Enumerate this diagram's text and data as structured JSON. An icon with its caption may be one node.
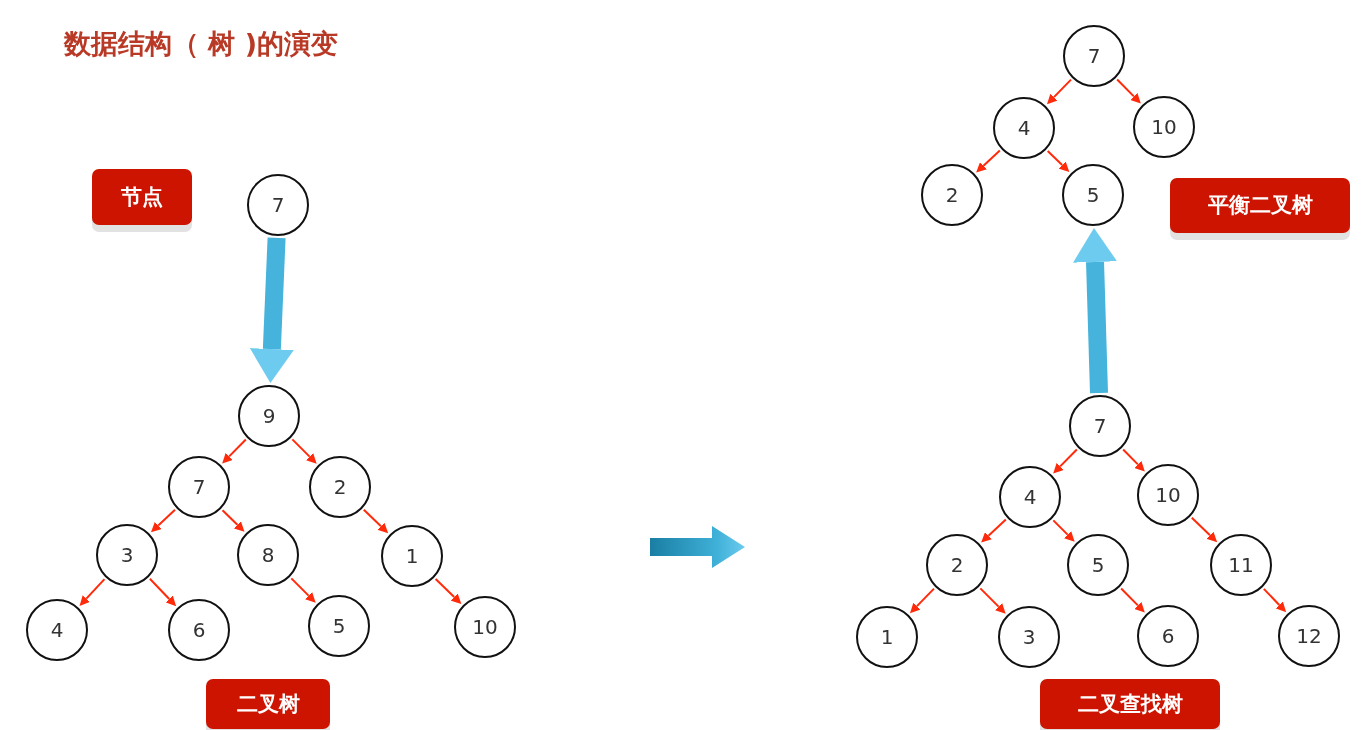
{
  "diagram": {
    "title": "数据结构（ 树 )的演变",
    "nodes": [
      {
        "text": [
          "节点"
        ]
      },
      {
        "text": [
          "7"
        ]
      },
      {
        "text": [
          "9"
        ]
      },
      {
        "text": [
          "7"
        ]
      },
      {
        "text": [
          "2"
        ]
      },
      {
        "text": [
          "3"
        ]
      },
      {
        "text": [
          "8"
        ]
      },
      {
        "text": [
          "1"
        ]
      },
      {
        "text": [
          "4"
        ]
      },
      {
        "text": [
          "6"
        ]
      },
      {
        "text": [
          "5"
        ]
      },
      {
        "text": [
          "10"
        ]
      },
      {
        "text": [
          "二叉树"
        ]
      },
      {
        "text": [
          "7"
        ]
      },
      {
        "text": [
          "4"
        ]
      },
      {
        "text": [
          "10"
        ]
      },
      {
        "text": [
          "2"
        ]
      },
      {
        "text": [
          "5"
        ]
      },
      {
        "text": [
          "平衡二叉树"
        ]
      },
      {
        "text": [
          "7"
        ]
      },
      {
        "text": [
          "4"
        ]
      },
      {
        "text": [
          "10"
        ]
      },
      {
        "text": [
          "2"
        ]
      },
      {
        "text": [
          "5"
        ]
      },
      {
        "text": [
          "11"
        ]
      },
      {
        "text": [
          "1"
        ]
      },
      {
        "text": [
          "3"
        ]
      },
      {
        "text": [
          "6"
        ]
      },
      {
        "text": [
          "12"
        ]
      },
      {
        "text": [
          "二叉查找树"
        ]
      }
    ],
    "edges": [
      {
        "from": 1,
        "to": 2,
        "arrow": "to",
        "style": "thick",
        "color": "#45b3dc"
      },
      {
        "from": 2,
        "to": 3,
        "arrow": "to"
      },
      {
        "from": 2,
        "to": 4,
        "arrow": "to"
      },
      {
        "from": 3,
        "to": 5,
        "arrow": "to"
      },
      {
        "from": 3,
        "to": 6,
        "arrow": "to"
      },
      {
        "from": 4,
        "to": 7,
        "arrow": "to"
      },
      {
        "from": 5,
        "to": 8,
        "arrow": "to"
      },
      {
        "from": 5,
        "to": 9,
        "arrow": "to"
      },
      {
        "from": 6,
        "to": 10,
        "arrow": "to"
      },
      {
        "from": 7,
        "to": 11,
        "arrow": "to"
      },
      {
        "from": 13,
        "to": 14,
        "arrow": "to"
      },
      {
        "from": 13,
        "to": 15,
        "arrow": "to"
      },
      {
        "from": 14,
        "to": 16,
        "arrow": "to"
      },
      {
        "from": 14,
        "to": 17,
        "arrow": "to"
      },
      {
        "from": 19,
        "to": 17,
        "arrow": "to",
        "style": "thick",
        "color": "#45b3dc"
      },
      {
        "from": 19,
        "to": 20,
        "arrow": "to"
      },
      {
        "from": 19,
        "to": 21,
        "arrow": "to"
      },
      {
        "from": 20,
        "to": 22,
        "arrow": "to"
      },
      {
        "from": 20,
        "to": 23,
        "arrow": "to"
      },
      {
        "from": 21,
        "to": 24,
        "arrow": "to"
      },
      {
        "from": 22,
        "to": 25,
        "arrow": "to"
      },
      {
        "from": 22,
        "to": 26,
        "arrow": "to"
      },
      {
        "from": 23,
        "to": 27,
        "arrow": "to"
      },
      {
        "from": 24,
        "to": 28,
        "arrow": "to"
      }
    ]
  }
}
